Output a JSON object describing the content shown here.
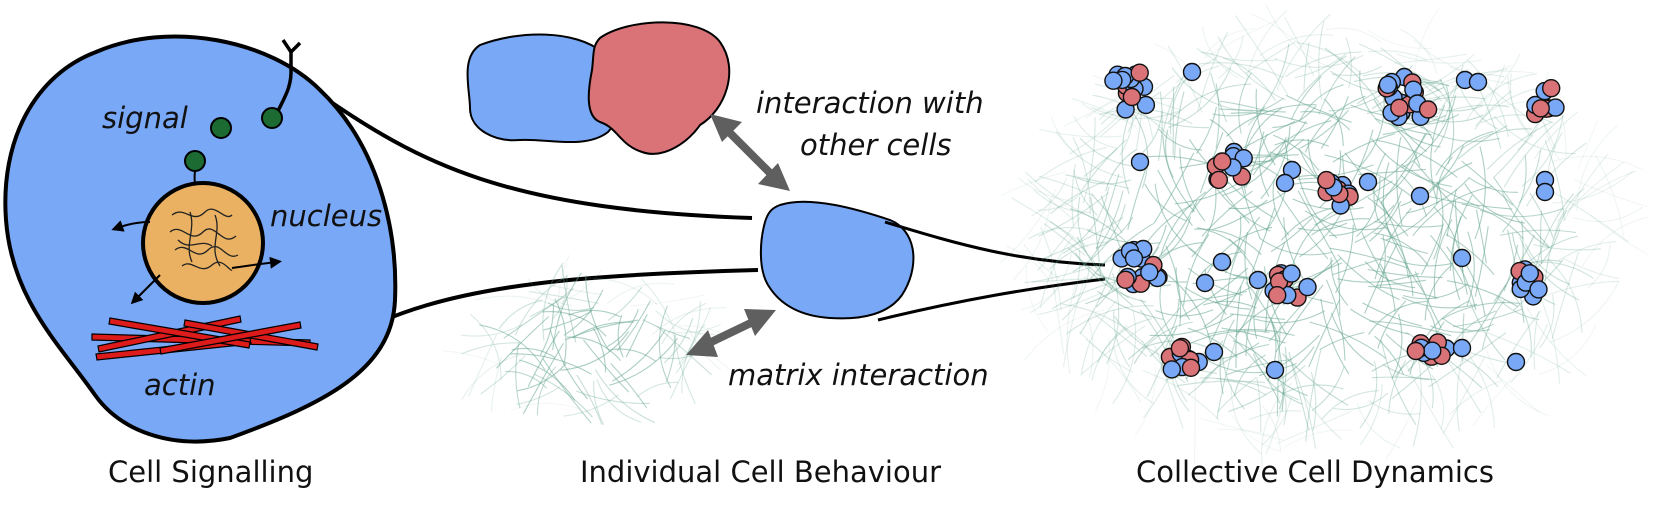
{
  "colors": {
    "cell_blue": "#79a8f6",
    "cell_red": "#d97378",
    "signal_green": "#1c6b33",
    "nucleus_orange": "#eab162",
    "actin_red": "#dd1b1b",
    "fibre_green": "#6aa892",
    "arrow_gray": "#5f5f5f",
    "outline": "#000000"
  },
  "panels": {
    "signalling": {
      "title": "Cell Signalling",
      "labels": {
        "signal": "signal",
        "nucleus": "nucleus",
        "actin": "actin"
      }
    },
    "individual": {
      "title": "Individual Cell Behaviour",
      "interaction_line1": "interaction with",
      "interaction_line2": "other cells",
      "matrix_label": "matrix interaction"
    },
    "collective": {
      "title": "Collective Cell Dynamics"
    }
  }
}
